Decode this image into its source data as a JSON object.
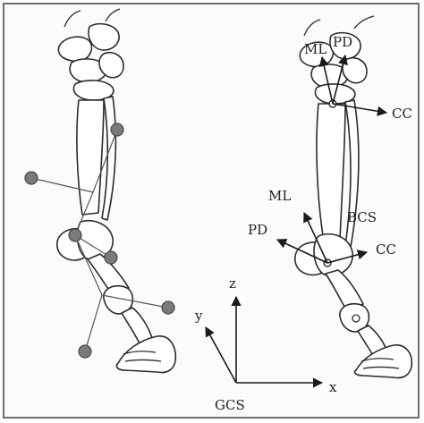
{
  "figure": {
    "labels": {
      "ml_top": "ML",
      "pd_top": "PD",
      "cc_top": "CC",
      "ml_mid": "ML",
      "pd_mid": "PD",
      "bcs": "BCS",
      "cc_mid": "CC",
      "axis_z": "z",
      "axis_y": "y",
      "axis_x": "x",
      "gcs": "GCS"
    },
    "colors": {
      "frame": "#6e6e6e",
      "line": "#2b2b2b",
      "marker": "#7a7a7a"
    }
  }
}
